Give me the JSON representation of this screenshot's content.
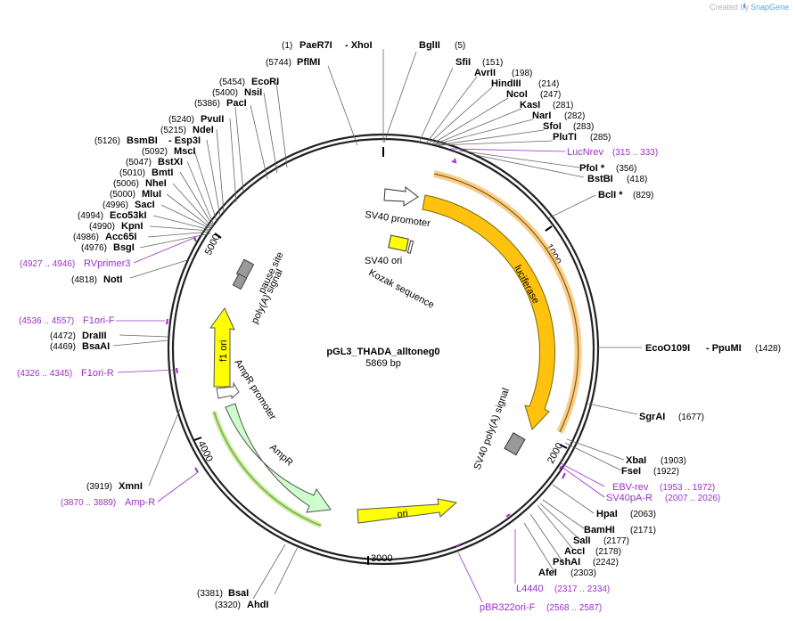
{
  "credit": {
    "prefix": "Created by",
    "brand": "SnapGene"
  },
  "plasmid": {
    "name": "pGL3_THADA_alltoneg0",
    "length": "5869 bp"
  },
  "ticks": [
    "1000",
    "2000",
    "3000",
    "4000",
    "5000"
  ],
  "sites_top": [
    {
      "pos": "(1)",
      "name": "PaeR7I",
      "extra": "- XhoI"
    },
    {
      "pos": "(5744)",
      "name": "PflMI"
    }
  ],
  "sites_top_right": [
    {
      "name": "BglII",
      "pos": "(5)"
    },
    {
      "name": "SfiI",
      "pos": "(151)"
    },
    {
      "name": "AvrII",
      "pos": "(198)"
    },
    {
      "name": "HindIII",
      "pos": "(214)"
    },
    {
      "name": "NcoI",
      "pos": "(247)"
    },
    {
      "name": "KasI",
      "pos": "(281)"
    },
    {
      "name": "NarI",
      "pos": "(282)"
    },
    {
      "name": "SfoI",
      "pos": "(283)"
    },
    {
      "name": "PluTI",
      "pos": "(285)"
    },
    {
      "name": "PfoI *",
      "pos": "(356)"
    },
    {
      "name": "BstBI",
      "pos": "(418)"
    },
    {
      "name": "BclI *",
      "pos": "(829)"
    }
  ],
  "sites_right": [
    {
      "name": "EcoO109I",
      "extra": "- PpuMI",
      "pos": "(1428)"
    },
    {
      "name": "SgrAI",
      "pos": "(1677)"
    },
    {
      "name": "XbaI",
      "pos": "(1903)"
    },
    {
      "name": "FseI",
      "pos": "(1922)"
    },
    {
      "name": "HpaI",
      "pos": "(2063)"
    },
    {
      "name": "BamHI",
      "pos": "(2171)"
    },
    {
      "name": "SalI",
      "pos": "(2177)"
    },
    {
      "name": "AccI",
      "pos": "(2178)"
    },
    {
      "name": "PshAI",
      "pos": "(2242)"
    },
    {
      "name": "AfeI",
      "pos": "(2303)"
    }
  ],
  "sites_left": [
    {
      "pos": "(5454)",
      "name": "EcoRI"
    },
    {
      "pos": "(5400)",
      "name": "NsiI"
    },
    {
      "pos": "(5386)",
      "name": "PacI"
    },
    {
      "pos": "(5240)",
      "name": "PvuII"
    },
    {
      "pos": "(5215)",
      "name": "NdeI"
    },
    {
      "pos": "(5126)",
      "name": "BsmBI",
      "extra": "- Esp3I"
    },
    {
      "pos": "(5092)",
      "name": "MscI"
    },
    {
      "pos": "(5047)",
      "name": "BstXI"
    },
    {
      "pos": "(5010)",
      "name": "BmtI"
    },
    {
      "pos": "(5006)",
      "name": "NheI"
    },
    {
      "pos": "(5000)",
      "name": "MluI"
    },
    {
      "pos": "(4996)",
      "name": "SacI"
    },
    {
      "pos": "(4994)",
      "name": "Eco53kI"
    },
    {
      "pos": "(4990)",
      "name": "KpnI"
    },
    {
      "pos": "(4986)",
      "name": "Acc65I"
    },
    {
      "pos": "(4976)",
      "name": "BsgI"
    },
    {
      "pos": "(4818)",
      "name": "NotI"
    },
    {
      "pos": "(4472)",
      "name": "DraIII"
    },
    {
      "pos": "(4469)",
      "name": "BsaAI"
    },
    {
      "pos": "(3919)",
      "name": "XmnI"
    },
    {
      "pos": "(3381)",
      "name": "BsaI"
    },
    {
      "pos": "(3320)",
      "name": "AhdI"
    }
  ],
  "primers": [
    {
      "name": "LucNrev",
      "range": "(315 .. 333)"
    },
    {
      "name": "RVprimer3",
      "range": "(4927 .. 4946)"
    },
    {
      "name": "F1ori-F",
      "range": "(4536 .. 4557)"
    },
    {
      "name": "F1ori-R",
      "range": "(4326 .. 4345)"
    },
    {
      "name": "Amp-R",
      "range": "(3870 .. 3889)"
    },
    {
      "name": "EBV-rev",
      "range": "(1953 .. 1972)"
    },
    {
      "name": "SV40pA-R",
      "range": "(2007 .. 2026)"
    },
    {
      "name": "L4440",
      "range": "(2317 .. 2334)"
    },
    {
      "name": "pBR322ori-F",
      "range": "(2568 .. 2587)"
    }
  ],
  "features": {
    "sv40_promoter": "SV40 promoter",
    "sv40_ori": "SV40 ori",
    "kozak": "Kozak sequence",
    "luciferase": "luciferase",
    "sv40_polya": "SV40 poly(A) signal",
    "ori": "ori",
    "ampr": "AmpR",
    "ampr_promoter": "AmpR promoter",
    "f1_ori": "f1 ori",
    "pause_site": "pause site",
    "polya_signal": "poly(A) signal"
  },
  "colors": {
    "backbone": "#222222",
    "cds": "#ffc20e",
    "ori": "#ffff00",
    "ampr": "#ccffcc",
    "terminator": "#999999",
    "promoter": "#ffffff",
    "primer": "#9b30c8",
    "brand": "#5aa6e0"
  }
}
